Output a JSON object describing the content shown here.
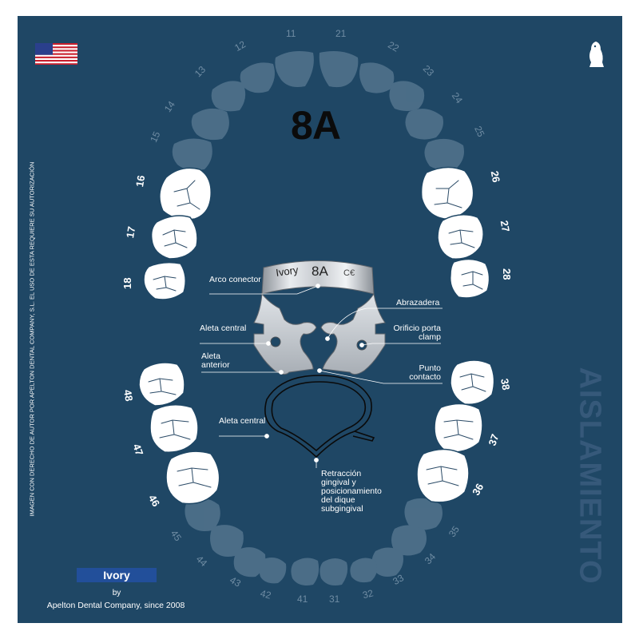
{
  "title": "8A",
  "clamp_engraving": {
    "brand": "Ivory",
    "size": "8A",
    "mark": "C€"
  },
  "labels": {
    "arco_conector": "Arco conector",
    "abrazadera": "Abrazadera",
    "aleta_central_top": "Aleta central",
    "orificio": "Orificio porta clamp",
    "aleta_anterior": "Aleta anterior",
    "punto_contacto": "Punto contacto",
    "aleta_central_bottom": "Aleta central",
    "retraccion": "Retracción gingival y posicionamiento del dique subgingival"
  },
  "tooth_numbers": {
    "upper_left": [
      "11",
      "12",
      "13",
      "14",
      "15",
      "16",
      "17",
      "18"
    ],
    "upper_right": [
      "21",
      "22",
      "23",
      "24",
      "25",
      "26",
      "27",
      "28"
    ],
    "lower_left": [
      "41",
      "42",
      "43",
      "44",
      "45",
      "46",
      "47",
      "48"
    ],
    "lower_right": [
      "31",
      "32",
      "33",
      "34",
      "35",
      "36",
      "37",
      "38"
    ]
  },
  "side_notice": "IMAGEN CON DERECHO DE AUTOR  POR APELTON DENTAL COMPANY, S.L. EL USO DE ESTA REQUIERE SU AUTORIZACIÓN",
  "watermark": "AISLAMIENTO",
  "brand": {
    "logo": "Ivory",
    "by": "by",
    "company": "Apelton Dental Company,  since 2008"
  },
  "icons": {
    "flag": "us-flag-icon",
    "penguin": "penguin-logo-icon"
  },
  "colors": {
    "background": "#1f4765",
    "tooth_active": "#ffffff",
    "tooth_faded": "#5a7a93",
    "brand": "#224f9a",
    "watermark": "#36597a"
  }
}
